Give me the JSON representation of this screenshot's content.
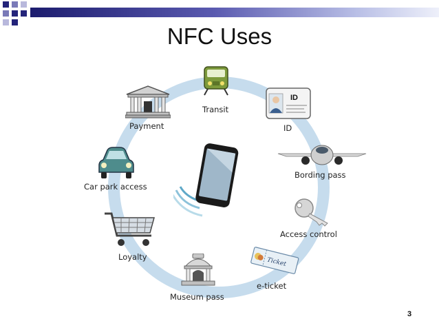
{
  "slide": {
    "title": "NFC Uses",
    "page_number": "3"
  },
  "uses": [
    {
      "label": "Transit",
      "icon": "train-icon"
    },
    {
      "label": "ID",
      "icon": "id-card-icon",
      "card_text": "ID"
    },
    {
      "label": "Bording pass",
      "icon": "airplane-icon"
    },
    {
      "label": "Access control",
      "icon": "key-icon"
    },
    {
      "label": "e-ticket",
      "icon": "ticket-icon",
      "ticket_text": "Ticket"
    },
    {
      "label": "Museum pass",
      "icon": "museum-icon"
    },
    {
      "label": "Loyalty",
      "icon": "shopping-cart-icon"
    },
    {
      "label": "Car park access",
      "icon": "car-icon"
    },
    {
      "label": "Payment",
      "icon": "bank-icon"
    }
  ],
  "colors": {
    "ring": "#c6dced",
    "banner": "#24247a",
    "phone_screen": "#9fb7c9"
  }
}
